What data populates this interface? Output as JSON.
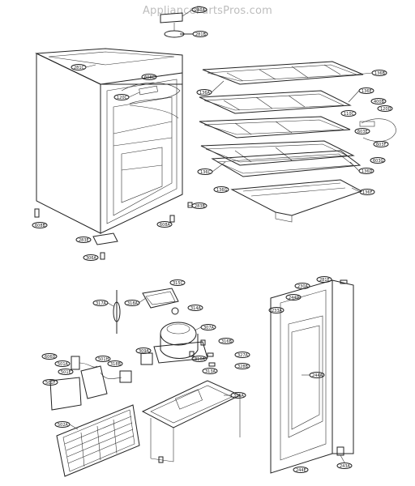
{
  "watermark": "AppliancePartsPros.com",
  "labels": {
    "l281a": "281A",
    "l281b": "281B",
    "l281c": "281C",
    "l281d": "281D",
    "l608c": "608C",
    "l120c": "120C",
    "l608b": "608B",
    "l608a": "608A",
    "l283e": "283E",
    "l283b": "283B",
    "l306a": "306A",
    "l136a": "136A",
    "l136b": "136B",
    "l136c": "136C",
    "l136d": "136D",
    "l136e": "136E",
    "l136f": "136F",
    "l136g": "136G",
    "l110c": "110C",
    "l400b": "400B",
    "l120d": "120D",
    "l603e": "603E",
    "l603f": "603F",
    "l603g": "603G",
    "l317a": "317A",
    "l318a": "318A",
    "l315c": "315C",
    "l314a": "314A",
    "l307a": "307A",
    "l309a": "309A",
    "l316a": "316A",
    "l316b": "316B",
    "l327a": "327A",
    "l328b": "328B",
    "l313a": "313A",
    "l315a": "315A",
    "l606d": "606D",
    "l501a": "501A",
    "l501e": "501E",
    "l501h": "501H",
    "l501f": "501F",
    "l502a": "502A",
    "l318b": "318B",
    "l281e": "281E",
    "l230a": "230A",
    "l244d": "244D",
    "l233a": "233A",
    "l244a": "244A",
    "l243a": "243A",
    "l244e": "244E"
  }
}
